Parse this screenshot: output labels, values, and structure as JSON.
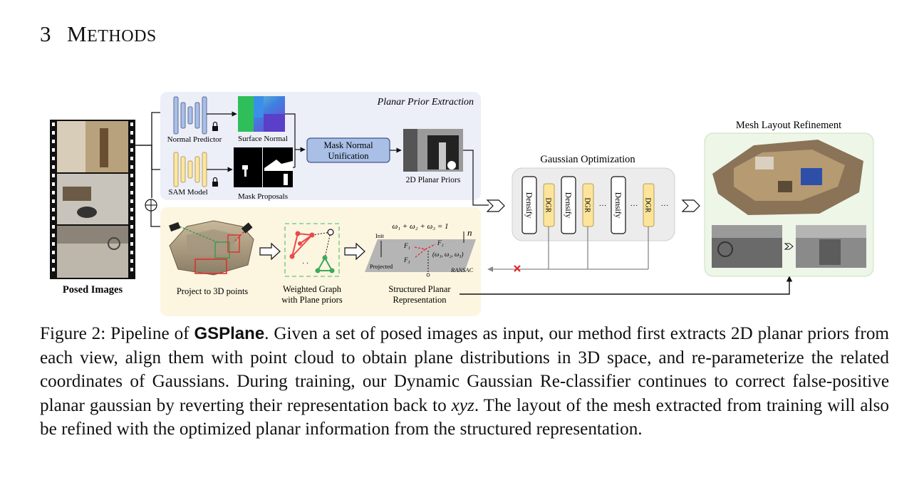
{
  "section": {
    "number": "3",
    "title_first": "M",
    "title_rest": "ETHODS"
  },
  "figure": {
    "posed_images_label": "Posed Images",
    "planar_prior_title": "Planar Prior Extraction",
    "normal_predictor": "Normal Predictor",
    "surface_normal": "Surface Normal",
    "sam_model": "SAM Model",
    "mask_proposals": "Mask Proposals",
    "mask_normal_line1": "Mask Normal",
    "mask_normal_line2": "Unification",
    "planar_priors_2d": "2D Planar Priors",
    "project_3d": "Project to 3D points",
    "weighted_graph_line1": "Weighted Graph",
    "weighted_graph_line2": "with Plane priors",
    "structured_line1": "Structured Planar",
    "structured_line2": "Representation",
    "equation": "ω₁ + ω₂ + ω₃ = 1",
    "init": "Init",
    "projected": "Projected",
    "f1": "F₁",
    "f2": "F₂",
    "f3": "F₃",
    "omega_tuple": "(ω₁, ω₂, ω₃)",
    "normal_n": "n",
    "ransac": "RANSAC",
    "gaussian_opt_title": "Gaussian Optimization",
    "densify": "Densify",
    "dgr": "DGR",
    "ellipsis": "···",
    "mesh_title": "Mesh Layout Refinement"
  },
  "caption": {
    "prefix": "Figure 2: Pipeline of ",
    "method": "GSPlane",
    "part1": ". Given a set of posed images as input, our method first extracts 2D planar priors from each view, align them with point cloud to obtain plane distributions in 3D space, and re-parameterize the related coordinates of Gaussians. During training, our Dynamic Gaussian Re-classifier continues to correct false-positive planar gaussian by reverting their representation back to ",
    "xyz": "xyz",
    "part2": ". The layout of the mesh extracted from training will also be refined with the optimized planar information from the structured representation."
  },
  "colors": {
    "blue_panel": "#eceef8",
    "yellow_panel": "#fcf5e0",
    "green_panel": "#eef6e8",
    "gray_panel": "#ececec",
    "normal_blue": "#a9bfe6",
    "sam_yellow": "#fbe7a3",
    "dgr_yellow": "#fce49a",
    "graph_red": "#e84b4b",
    "graph_green": "#3daa5c"
  }
}
